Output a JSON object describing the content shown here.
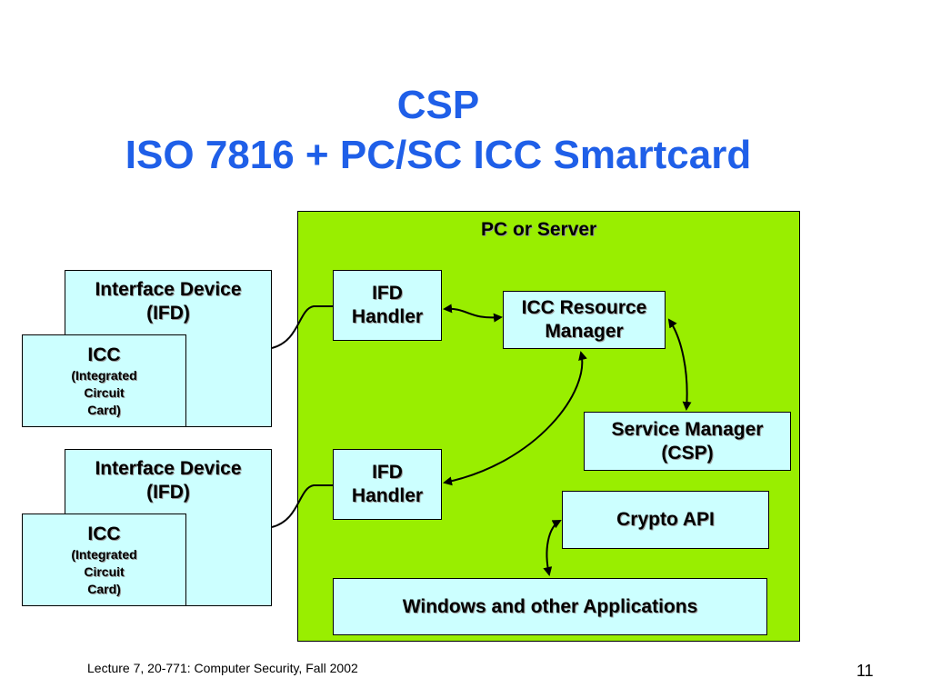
{
  "title": {
    "line1": "CSP",
    "line2": "ISO 7816 + PC/SC ICC Smartcard"
  },
  "panel": {
    "label": "PC or Server",
    "color": "#99ee00"
  },
  "ifd_upper": {
    "line1": "Interface Device",
    "line2": "(IFD)"
  },
  "icc_upper": {
    "line1": "ICC",
    "line2": "(Integrated",
    "line3": "Circuit",
    "line4": "Card)"
  },
  "ifd_lower": {
    "line1": "Interface Device",
    "line2": "(IFD)"
  },
  "icc_lower": {
    "line1": "ICC",
    "line2": "(Integrated",
    "line3": "Circuit",
    "line4": "Card)"
  },
  "ifd_handler_upper": {
    "line1": "IFD",
    "line2": "Handler"
  },
  "ifd_handler_lower": {
    "line1": "IFD",
    "line2": "Handler"
  },
  "resource_manager": {
    "line1": "ICC Resource",
    "line2": "Manager"
  },
  "service_manager": {
    "line1": "Service Manager",
    "line2": "(CSP)"
  },
  "crypto_api": {
    "label": "Crypto API"
  },
  "applications": {
    "label": "Windows and other Applications"
  },
  "footer": {
    "left": "Lecture 7, 20-771: Computer Security,  Fall 2002",
    "page": "11"
  },
  "colors": {
    "title": "#1f5fe8",
    "box_fill": "#ccffff",
    "panel_fill": "#99ee00"
  }
}
